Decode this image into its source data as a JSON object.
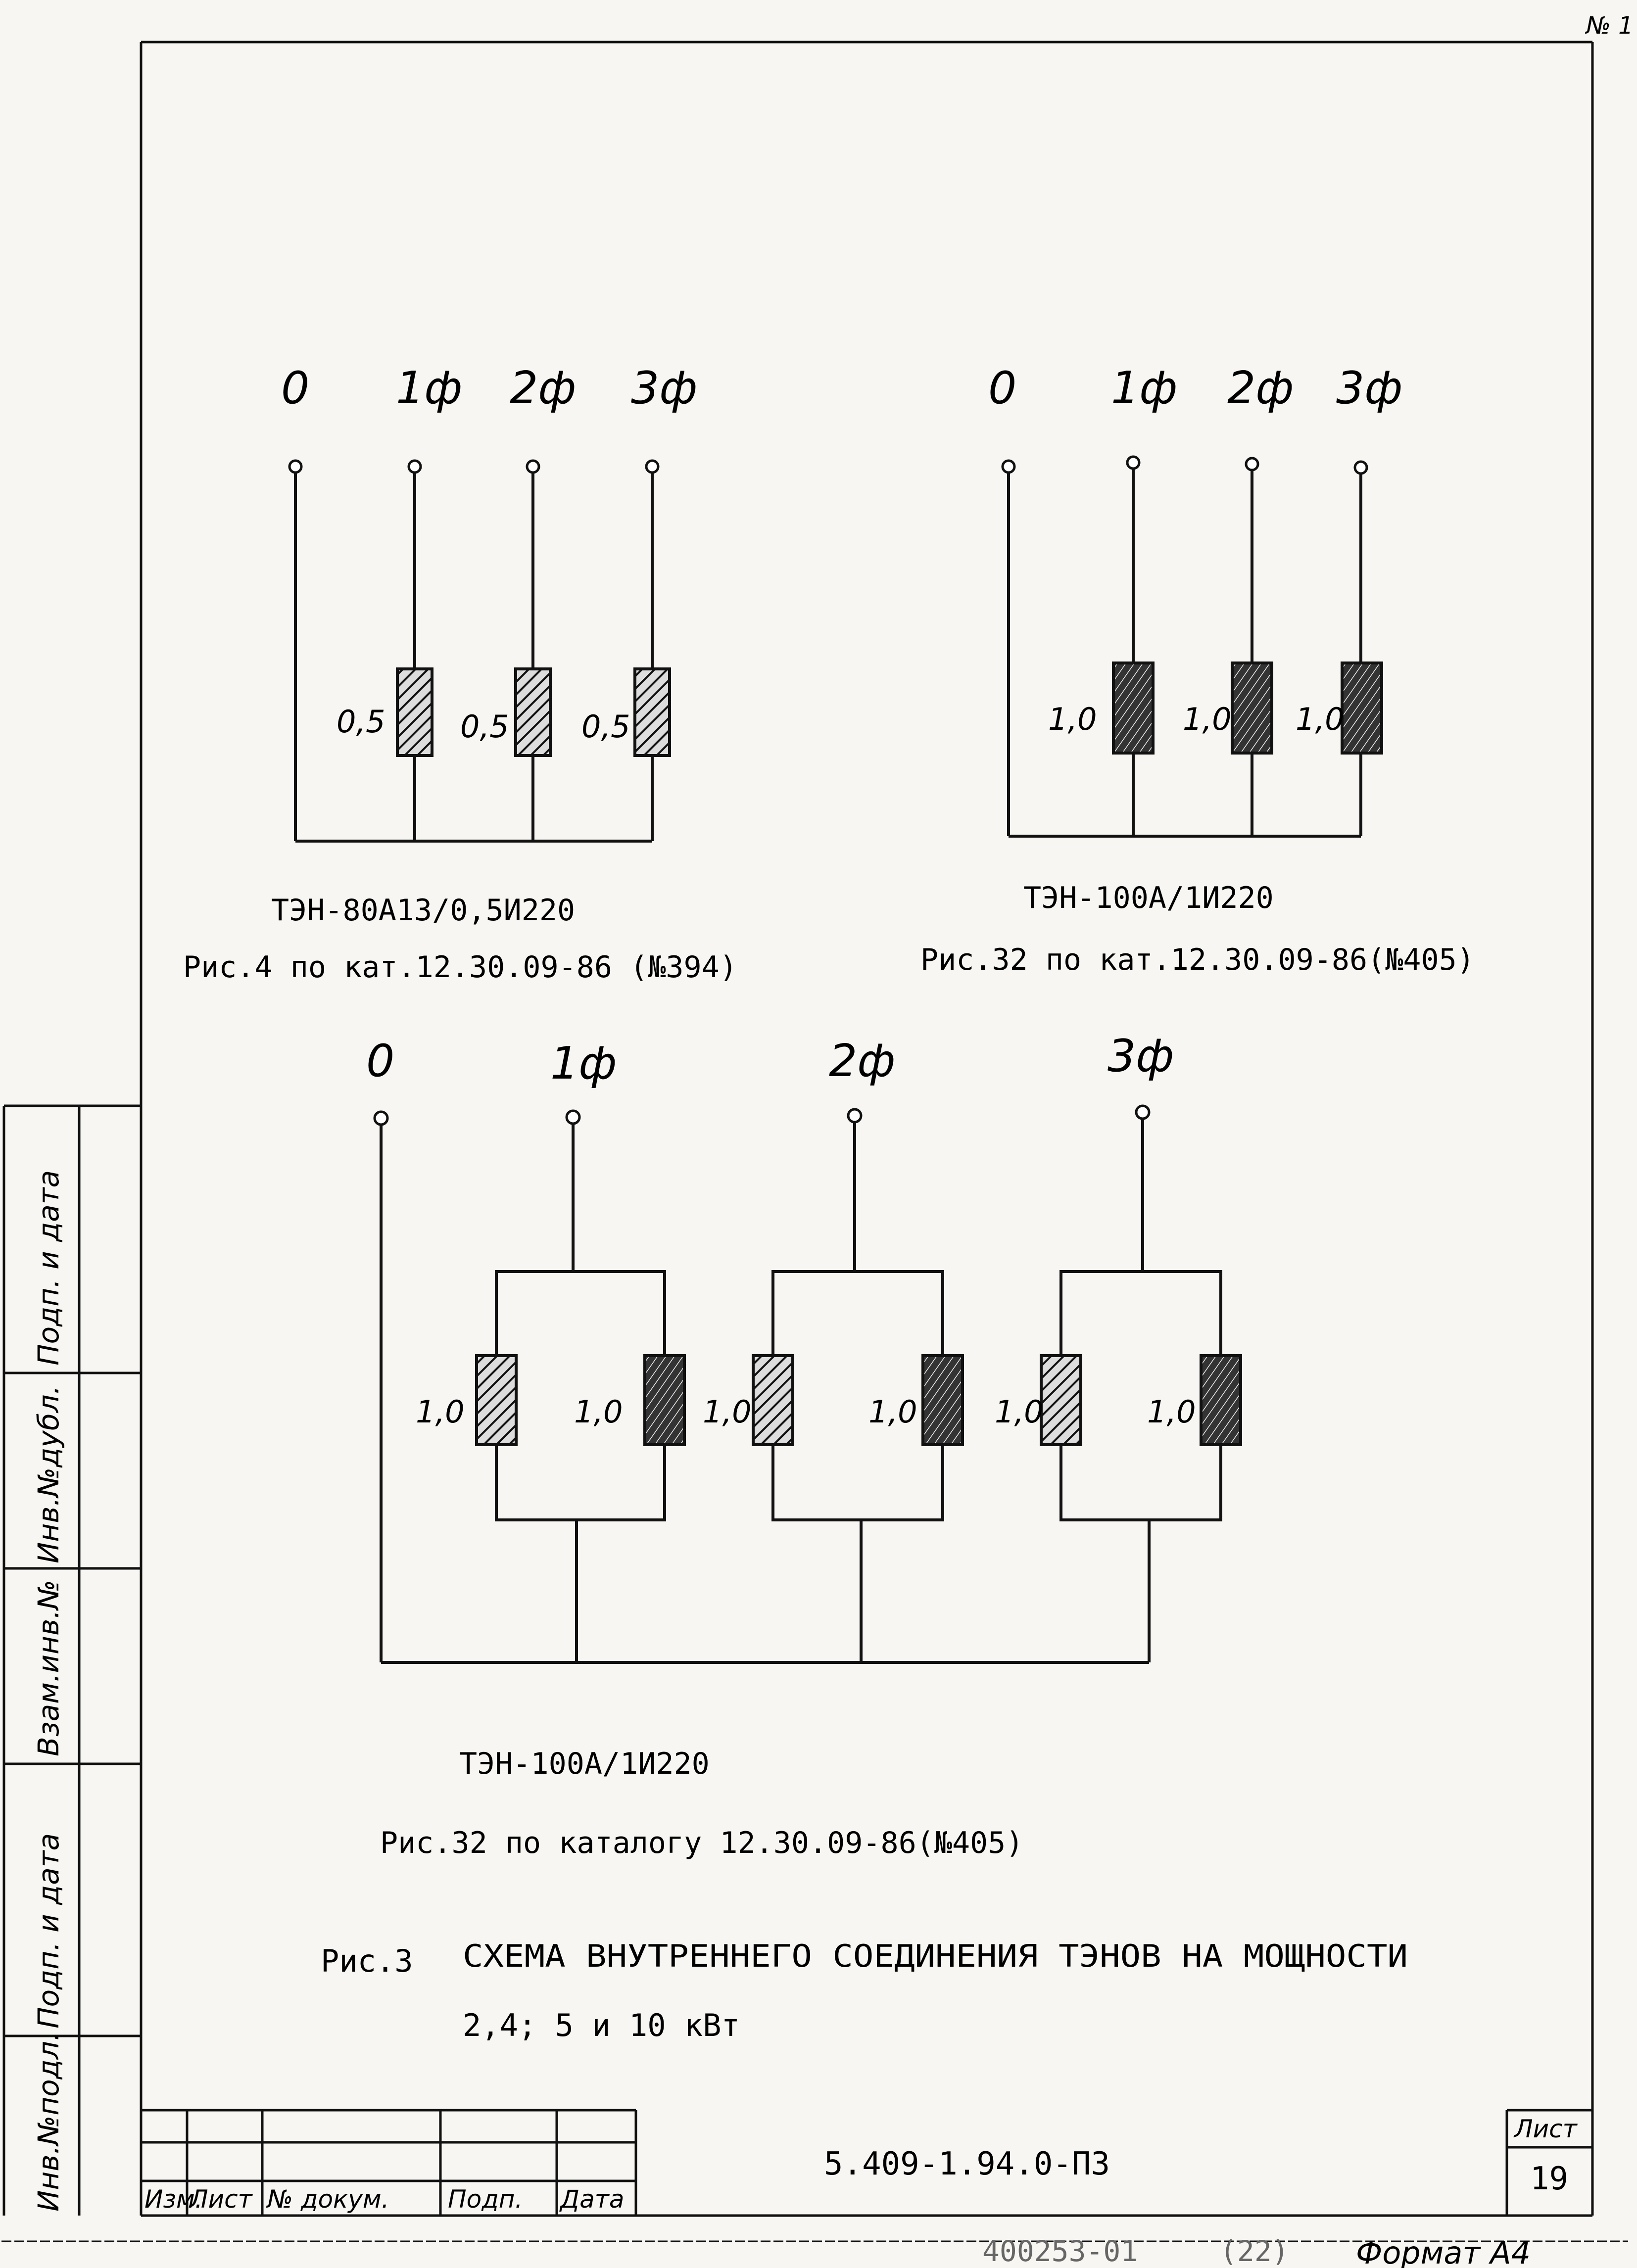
{
  "corner_mark": "№ 1",
  "diagram1": {
    "terminals": [
      "0",
      "1ф",
      "2ф",
      "3ф"
    ],
    "ratings": [
      "0,5",
      "0,5",
      "0,5"
    ],
    "model": "ТЭН-80А13/0,5И220",
    "caption": "Рис.4 по кат.12.30.09-86 (№394)"
  },
  "diagram2": {
    "terminals": [
      "0",
      "1ф",
      "2ф",
      "3ф"
    ],
    "ratings": [
      "1,0",
      "1,0",
      "1,0"
    ],
    "model": "ТЭН-100А/1И220",
    "caption": "Рис.32 по кат.12.30.09-86(№405)"
  },
  "diagram3": {
    "terminals": [
      "0",
      "1ф",
      "2ф",
      "3ф"
    ],
    "ratings": [
      "1,0",
      "1,0",
      "1,0",
      "1,0",
      "1,0",
      "1,0"
    ],
    "model": "ТЭН-100А/1И220",
    "caption": "Рис.32 по каталогу 12.30.09-86(№405)"
  },
  "figure": {
    "number": "Рис.3",
    "title_line1": "СХЕМА ВНУТРЕННЕГО СОЕДИНЕНИЯ ТЭНОВ НА МОЩНОСТИ",
    "title_line2": "2,4; 5 и 10 кВт"
  },
  "side_stamp": [
    "Инв.№подл.",
    "Подп. и дата",
    "Взам.инв.№",
    "Инв.№дубл.",
    "Подп. и дата"
  ],
  "title_block": {
    "headers": [
      "Изм.",
      "Лист",
      "№ докум.",
      "Подп.",
      "Дата"
    ],
    "document_code": "5.409-1.94.0-ПЗ",
    "sheet_label": "Лист",
    "sheet_number": "19"
  },
  "footer": {
    "archive_number": "400253-01",
    "archive_number_paren": "(22)",
    "format_label": "Формат А4"
  }
}
